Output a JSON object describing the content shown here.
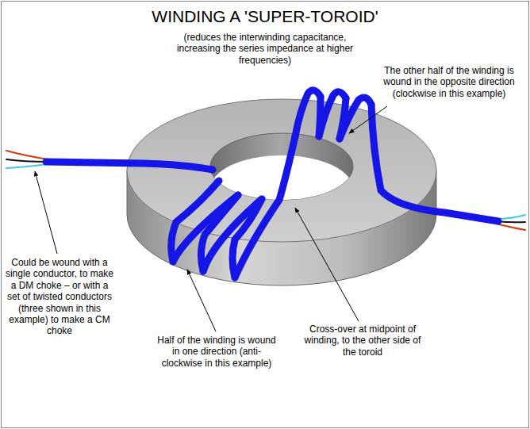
{
  "diagram": {
    "title": "WINDING A 'SUPER-TOROID'",
    "labels": [
      "(reduces the interwinding capacitance, increasing the series impedance at higher frequencies)",
      "The other half of the winding is wound in the opposite direction (clockwise in this example)",
      "Could be wound with a single conductor, to make a DM choke – or with a set of twisted conductors (three shown in this example) to make a CM choke",
      "Half of the winding is wound in one direction (anti-clockwise in this example)",
      "Cross-over at midpoint of winding, to the other side of the toroid"
    ]
  }
}
